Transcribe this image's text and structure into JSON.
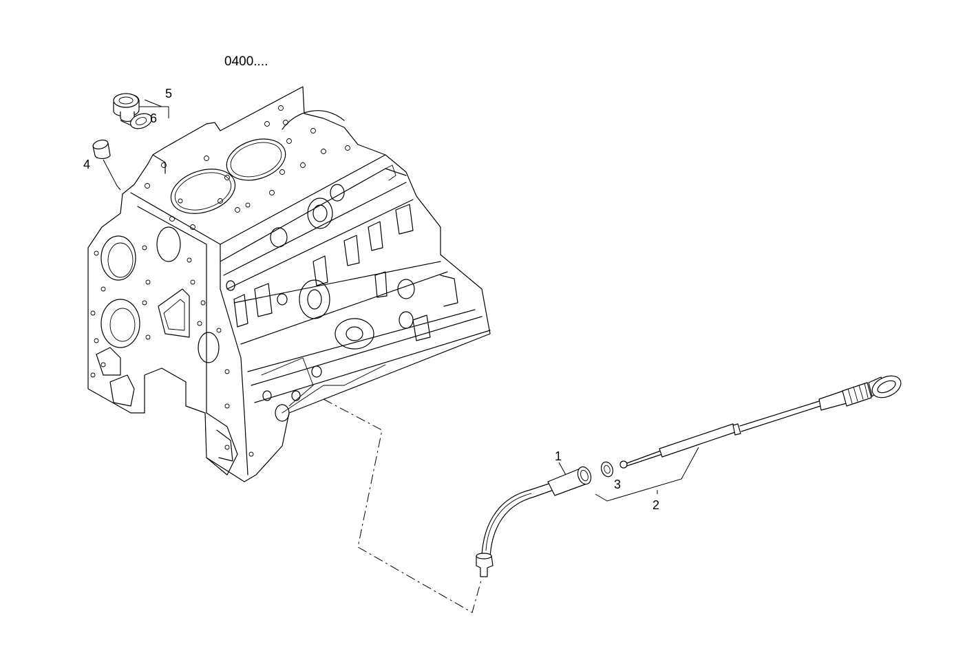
{
  "diagram": {
    "reference": "0400....",
    "callouts": [
      "1",
      "2",
      "3",
      "4",
      "5",
      "6"
    ]
  }
}
